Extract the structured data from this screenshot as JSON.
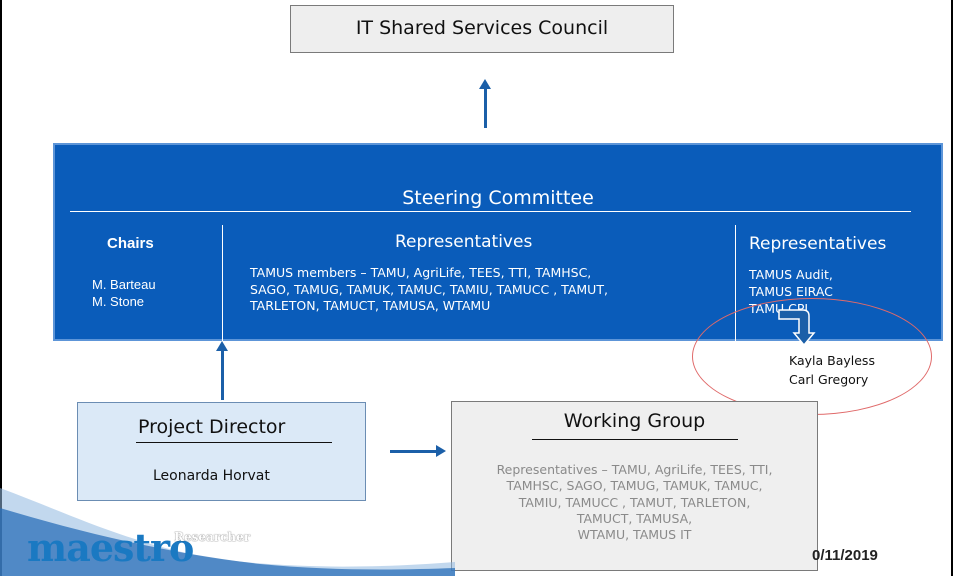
{
  "council": {
    "title": "IT Shared Services Council"
  },
  "steering": {
    "title": "Steering Committee",
    "chairs": {
      "heading": "Chairs",
      "names": [
        "M. Barteau",
        "M. Stone"
      ]
    },
    "representatives_members": {
      "heading": "Representatives",
      "lines": [
        "TAMUS members – TAMU, AgriLife, TEES, TTI, TAMHSC,",
        "SAGO, TAMUG, TAMUK, TAMUC, TAMIU, TAMUCC , TAMUT,",
        "TARLETON, TAMUCT, TAMUSA, WTAMU"
      ]
    },
    "representatives_other": {
      "heading": "Representatives",
      "lines": [
        "TAMUS Audit,",
        "TAMUS EIRAC",
        "TAMU CPI"
      ]
    }
  },
  "cpi_names": [
    "Kayla Bayless",
    "Carl Gregory"
  ],
  "project_director": {
    "title": "Project Director",
    "name": "Leonarda Horvat"
  },
  "working_group": {
    "title": "Working Group",
    "lines": [
      "Representatives – TAMU, AgriLife, TEES, TTI,",
      "TAMHSC, SAGO, TAMUG, TAMUK, TAMUC,",
      "TAMIU, TAMUCC , TAMUT, TARLETON,",
      "TAMUCT, TAMUSA,",
      "WTAMU, TAMUS IT"
    ]
  },
  "footer": {
    "logo": "maestro",
    "logo_tag": "Researcher",
    "date": "0/11/2019"
  },
  "colors": {
    "committee_blue": "#0a5cba",
    "arrow_blue": "#1b5fa8",
    "director_fill": "#dbe9f7",
    "ellipse_red": "#e06a6a",
    "logo_blue": "#1a79c2"
  }
}
